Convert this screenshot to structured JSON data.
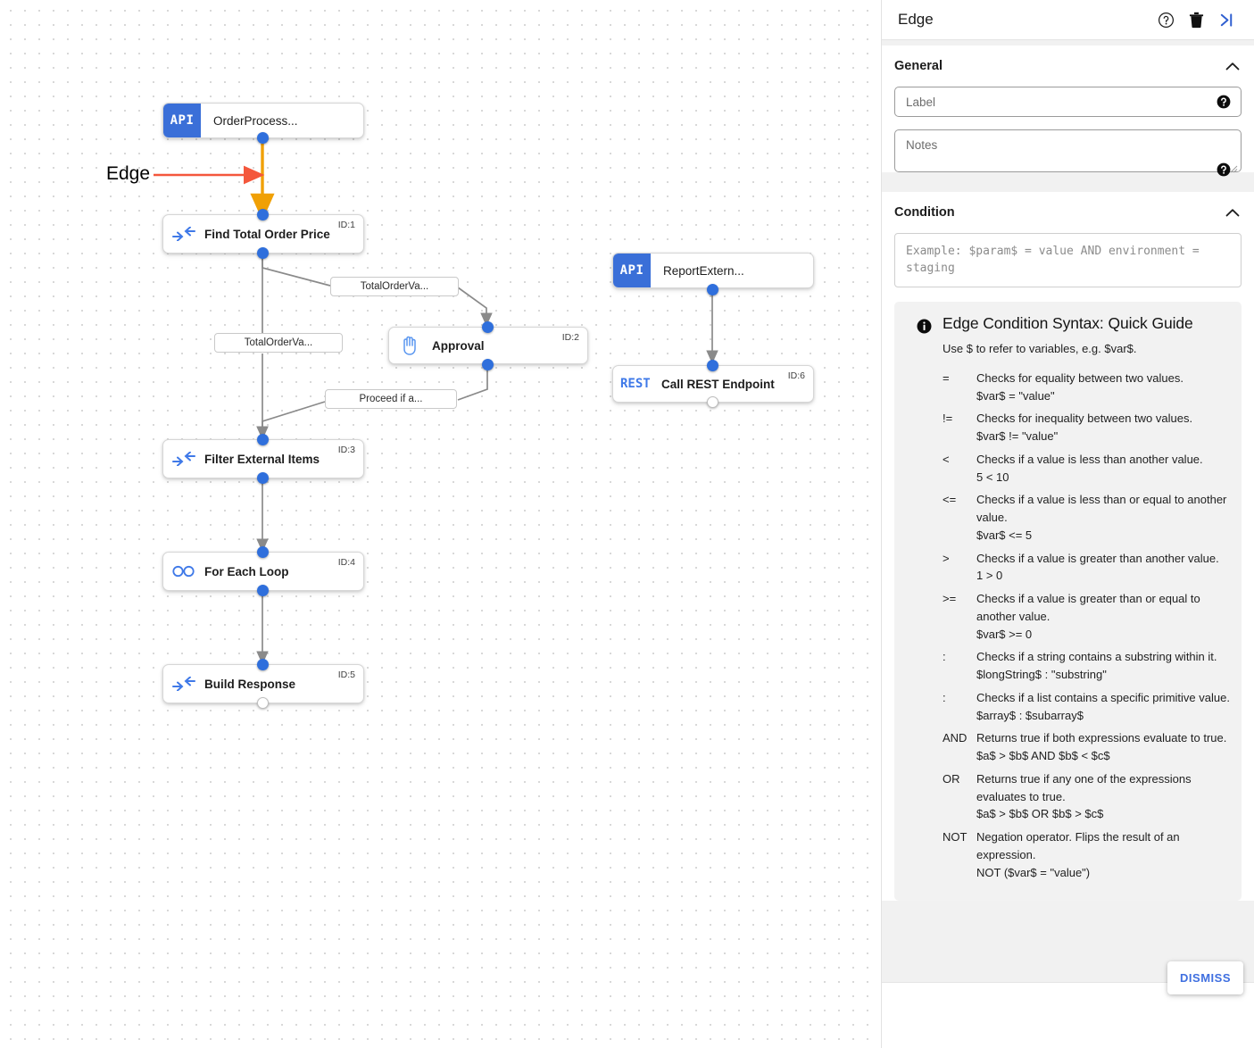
{
  "panel": {
    "title": "Edge",
    "header_icons": [
      {
        "name": "help-circle-icon"
      },
      {
        "name": "trash-icon"
      },
      {
        "name": "collapse-panel-icon"
      }
    ],
    "general": {
      "heading": "General",
      "label_field": {
        "value": "",
        "placeholder": "Label"
      },
      "notes_field": {
        "value": "",
        "placeholder": "Notes"
      }
    },
    "condition": {
      "heading": "Condition",
      "expression": "",
      "placeholder": "Example: $param$ = value AND environment = staging"
    },
    "guide": {
      "title": "Edge Condition Syntax: Quick Guide",
      "intro": "Use $ to refer to variables, e.g. $var$.",
      "rows": [
        {
          "op": "=",
          "desc": "Checks for equality between two values.",
          "example": "$var$ = \"value\""
        },
        {
          "op": "!=",
          "desc": "Checks for inequality between two values.",
          "example": "$var$ != \"value\""
        },
        {
          "op": "<",
          "desc": "Checks if a value is less than another value.",
          "example": "5 < 10"
        },
        {
          "op": "<=",
          "desc": "Checks if a value is less than or equal to another value.",
          "example": "$var$ <= 5"
        },
        {
          "op": ">",
          "desc": "Checks if a value is greater than another value.",
          "example": "1 > 0"
        },
        {
          "op": ">=",
          "desc": "Checks if a value is greater than or equal to another value.",
          "example": "$var$ >= 0"
        },
        {
          "op": ":",
          "desc": "Checks if a string contains a substring within it.",
          "example": "$longString$ : \"substring\""
        },
        {
          "op": ":",
          "desc": "Checks if a list contains a specific primitive value.",
          "example": "$array$ : $subarray$"
        },
        {
          "op": "AND",
          "desc": "Returns true if both expressions evaluate to true.",
          "example": "$a$ > $b$ AND $b$ < $c$"
        },
        {
          "op": "OR",
          "desc": "Returns true if any one of the expressions evaluates to true.",
          "example": "$a$ > $b$ OR $b$ > $c$"
        },
        {
          "op": "NOT",
          "desc": "Negation operator. Flips the result of an expression.",
          "example": "NOT ($var$ = \"value\")"
        }
      ]
    },
    "dismiss_label": "DISMISS"
  },
  "canvas": {
    "annotation": {
      "label": "Edge",
      "arrow_color": "#f4573c"
    },
    "selected_edge_color": "#f0a005",
    "nodes": [
      {
        "id": "n0",
        "chip": "API",
        "title": "OrderProcess...",
        "id_tag": "",
        "icon": "api-chip"
      },
      {
        "id": "n1",
        "chip": "",
        "title": "Find Total Order Price",
        "id_tag": "ID:1",
        "icon": "converge-arrows-icon"
      },
      {
        "id": "n2",
        "chip": "",
        "title": "Approval",
        "id_tag": "ID:2",
        "icon": "hand-icon"
      },
      {
        "id": "n3",
        "chip": "",
        "title": "Filter External Items",
        "id_tag": "ID:3",
        "icon": "converge-arrows-icon"
      },
      {
        "id": "n4",
        "chip": "",
        "title": "For Each Loop",
        "id_tag": "ID:4",
        "icon": "infinity-icon"
      },
      {
        "id": "n5",
        "chip": "",
        "title": "Build Response",
        "id_tag": "ID:5",
        "icon": "converge-arrows-icon"
      },
      {
        "id": "n6",
        "chip": "API",
        "title": "ReportExtern...",
        "id_tag": "",
        "icon": "api-chip"
      },
      {
        "id": "n7",
        "chip": "REST",
        "title": "Call REST Endpoint",
        "id_tag": "ID:6",
        "icon": "rest-chip"
      }
    ],
    "edge_labels": [
      {
        "text": "TotalOrderVa..."
      },
      {
        "text": "TotalOrderVa..."
      },
      {
        "text": "Proceed if a..."
      }
    ]
  }
}
